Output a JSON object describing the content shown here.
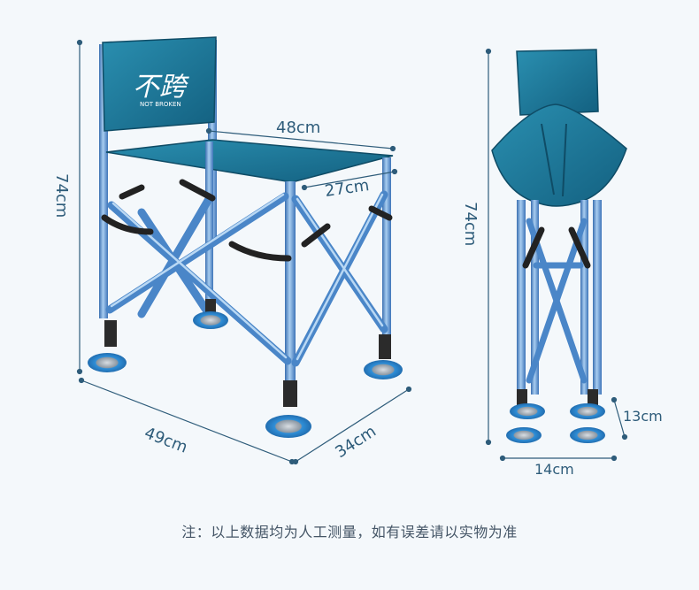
{
  "brand": {
    "logo_text": "不跨",
    "logo_subtext": "NOT BROKEN"
  },
  "dimensions": {
    "seat_width": "48cm",
    "seat_depth": "27cm",
    "height_left": "74cm",
    "base_width": "49cm",
    "base_depth": "34cm",
    "folded_height": "74cm",
    "folded_width": "14cm",
    "folded_depth": "13cm"
  },
  "footer": {
    "note": "注：以上数据均为人工测量，如有误差请以实物为准"
  },
  "colors": {
    "fabric": "#1d7797",
    "fabric_dark": "#135a75",
    "frame": "#4a86c8",
    "frame_light": "#8bb8e6",
    "foot": "#2f8fd8",
    "dim_line": "#2e5c7a",
    "background": "#f4f8fb"
  }
}
